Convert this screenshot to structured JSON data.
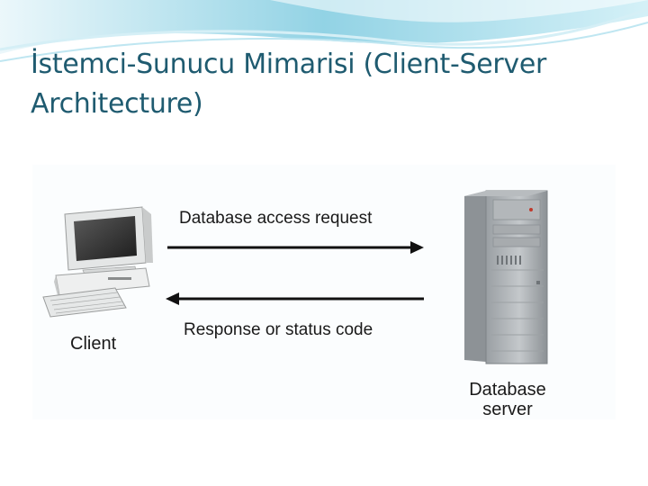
{
  "slide": {
    "title": "İstemci-Sunucu Mimarisi (Client-Server Architecture)"
  },
  "diagram": {
    "request_label": "Database access request",
    "response_label": "Response or status code",
    "client_label": "Client",
    "server_label": "Database server"
  },
  "colors": {
    "title": "#1f5b70",
    "swoosh": "#9fd8e6",
    "arrow": "#111111"
  },
  "icons": [
    "desktop-computer-icon",
    "tower-server-icon",
    "right-arrow-icon",
    "left-arrow-icon"
  ]
}
